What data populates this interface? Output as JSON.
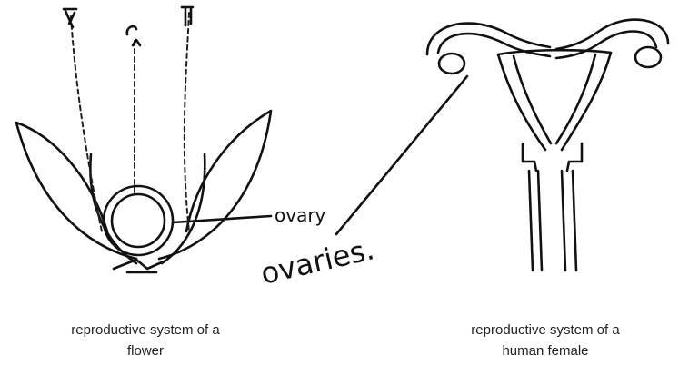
{
  "labels": {
    "ovary_small": "ovary",
    "ovaries_big": "ovaries."
  },
  "captions": {
    "flower_line1": "reproductive system of a",
    "flower_line2": "flower",
    "female_line1": "reproductive system of a",
    "female_line2": "human female"
  }
}
